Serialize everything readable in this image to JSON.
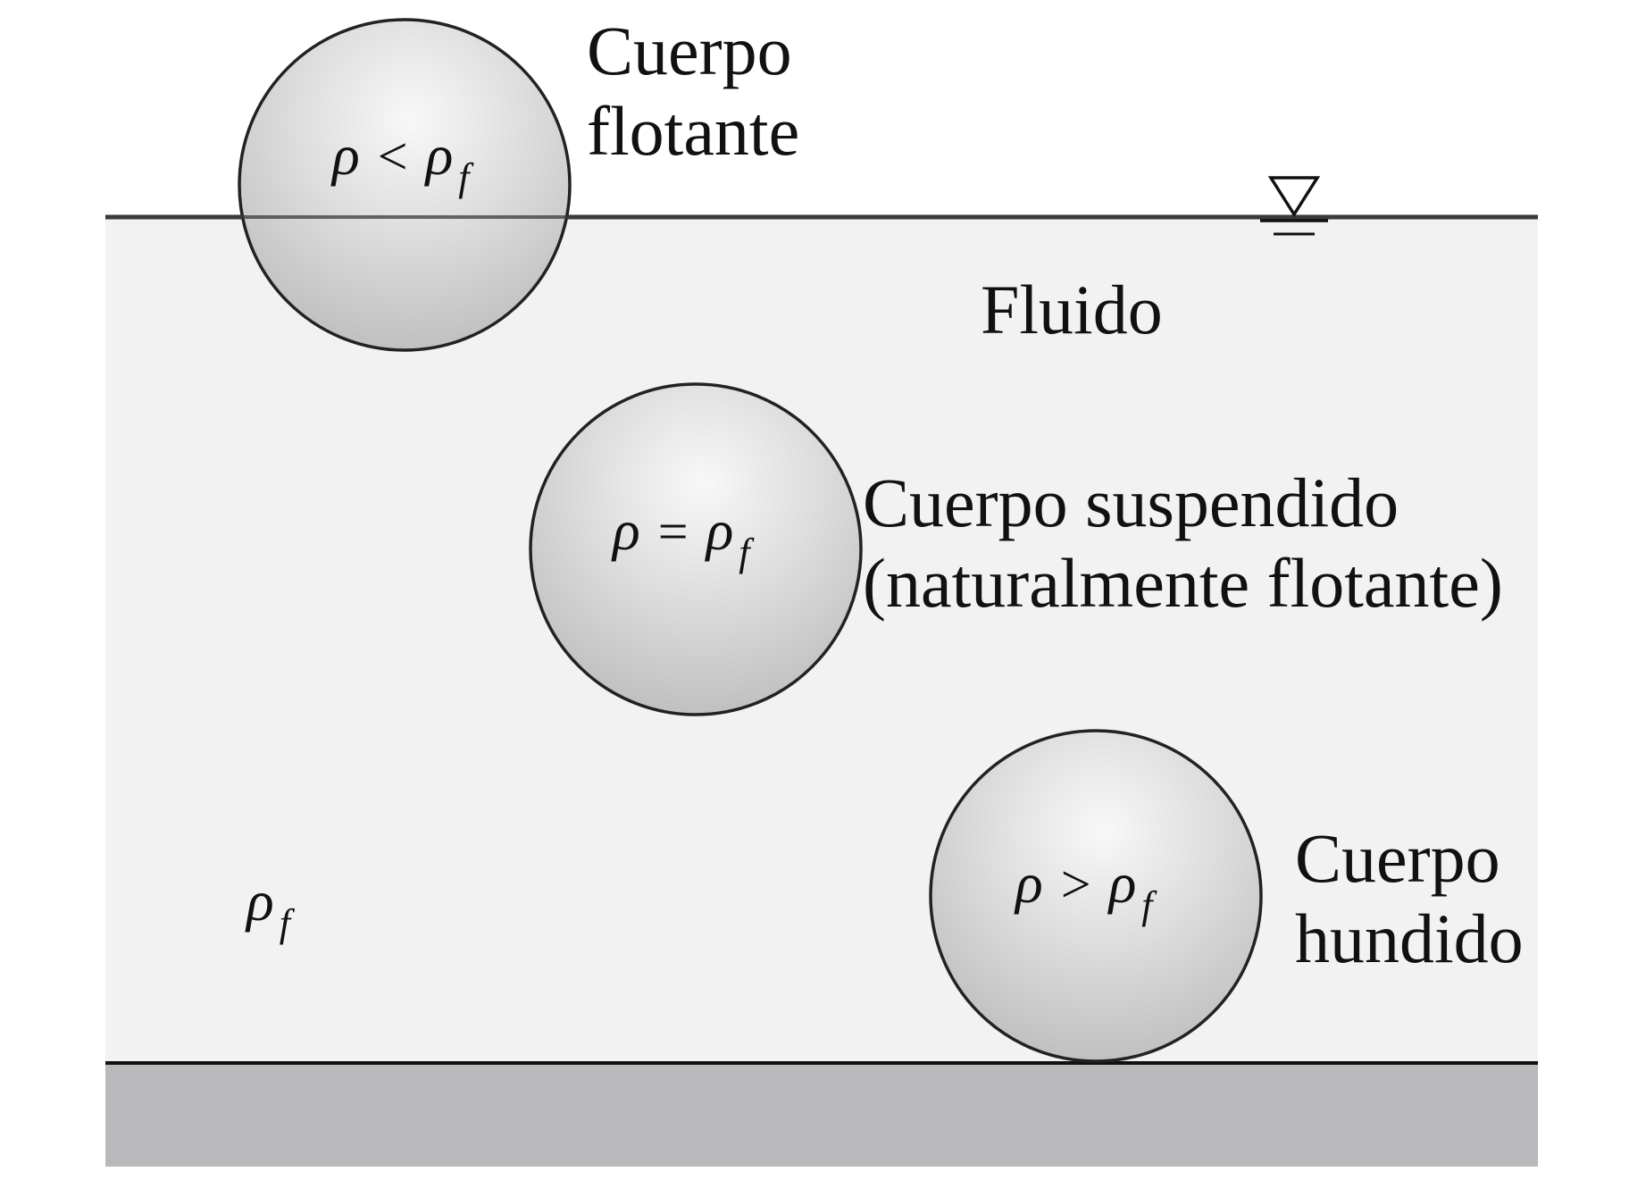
{
  "fluid": {
    "label": "Fluido",
    "density_symbol": "ρ",
    "density_subscript": "f"
  },
  "bodies": [
    {
      "id": "floating",
      "label_line1": "Cuerpo",
      "label_line2": "flotante",
      "rel_lhs": "ρ",
      "rel_op": "<",
      "rel_rhs": "ρ",
      "rel_sub": "f"
    },
    {
      "id": "suspended",
      "label_line1": "Cuerpo suspendido",
      "label_line2": "(naturalmente flotante)",
      "rel_lhs": "ρ",
      "rel_op": "=",
      "rel_rhs": "ρ",
      "rel_sub": "f"
    },
    {
      "id": "sinking",
      "label_line1": "Cuerpo",
      "label_line2": "hundido",
      "rel_lhs": "ρ",
      "rel_op": ">",
      "rel_rhs": "ρ",
      "rel_sub": "f"
    }
  ],
  "colors": {
    "fluid_fill": "#f2f2f2",
    "ground_fill": "#b9b9bb",
    "outline": "#222222",
    "sphere_highlight": "#f7f7f7",
    "sphere_mid": "#dcdcdc",
    "sphere_shadow": "#bdbdbd"
  }
}
